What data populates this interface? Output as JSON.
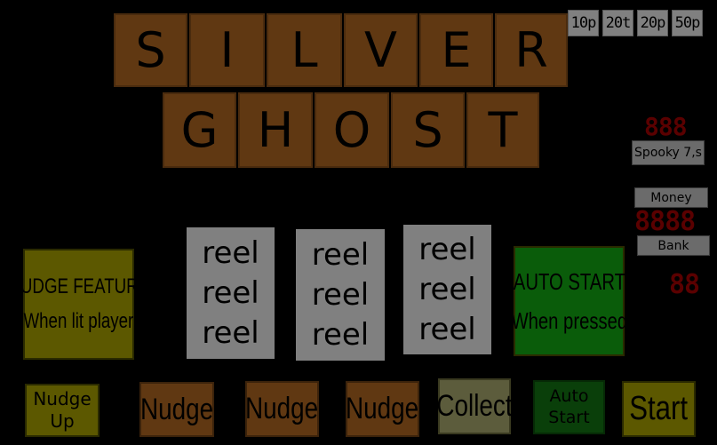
{
  "title": {
    "row1": [
      "S",
      "I",
      "L",
      "V",
      "E",
      "R"
    ],
    "row2": [
      "G",
      "H",
      "O",
      "S",
      "T"
    ]
  },
  "coins": [
    "10p",
    "20t",
    "20p",
    "50p"
  ],
  "displays": {
    "spooky_led": "888",
    "spooky_label": "Spooky 7,s",
    "money_label": "Money",
    "money_led": "8888",
    "bank_label": "Bank",
    "bank_led": "88"
  },
  "reels": [
    [
      "reel",
      "reel",
      "reel"
    ],
    [
      "reel",
      "reel",
      "reel"
    ],
    [
      "reel",
      "reel",
      "reel"
    ]
  ],
  "panels": {
    "nudge_feature": {
      "line1": "NUDGE FEATURE",
      "line2": "When lit player"
    },
    "auto_start": {
      "line1": "AUTO START",
      "line2": "When pressed"
    }
  },
  "buttons": {
    "nudge_up": "Nudge Up",
    "nudge1": "Nudge",
    "nudge2": "Nudge",
    "nudge3": "Nudge",
    "collect": "Collect",
    "auto_start": "Auto Start",
    "start": "Start"
  },
  "colors": {
    "tile": "#603812",
    "coin": "#808080",
    "reel": "#808080",
    "led": "#5a0000",
    "nudge_feature_panel": "#5c5800",
    "auto_start_panel": "#0a5c0a",
    "nudge_button": "#603812",
    "collect_button": "#5c5c3c",
    "auto_start_button": "#0a3f0a",
    "start_button": "#5c5800"
  }
}
